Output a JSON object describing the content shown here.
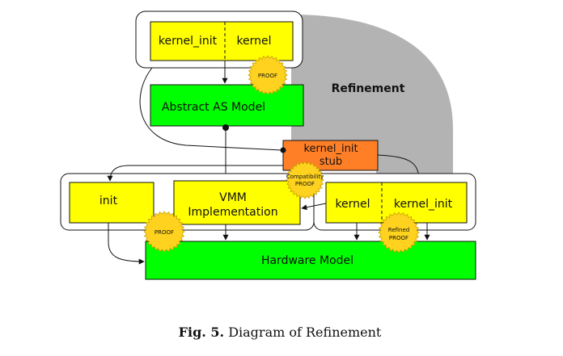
{
  "top_module": {
    "kernel_init": "kernel_init",
    "kernel": "kernel"
  },
  "abstract_model": "Abstract AS Model",
  "refinement_label": "Refinement",
  "stub": {
    "line1": "kernel_init",
    "line2": "stub"
  },
  "init": "init",
  "vmm": {
    "line1": "VMM",
    "line2": "Implementation"
  },
  "refined_module": {
    "kernel": "kernel",
    "kernel_init": "kernel_init"
  },
  "hardware_model": "Hardware Model",
  "proof_top": "PROOF",
  "proof_left": "PROOF",
  "compat_proof": {
    "line1": "Compatibility",
    "line2": "PROOF"
  },
  "refined_proof": {
    "line1": "Refined",
    "line2": "PROOF"
  },
  "caption": {
    "label": "Fig. 5.",
    "text": " Diagram of Refinement"
  },
  "colors": {
    "yellow": "#ffff00",
    "green": "#00ff00",
    "orange": "#ff7f27",
    "gray": "#b3b3b3",
    "seal": "#ffd21f"
  }
}
